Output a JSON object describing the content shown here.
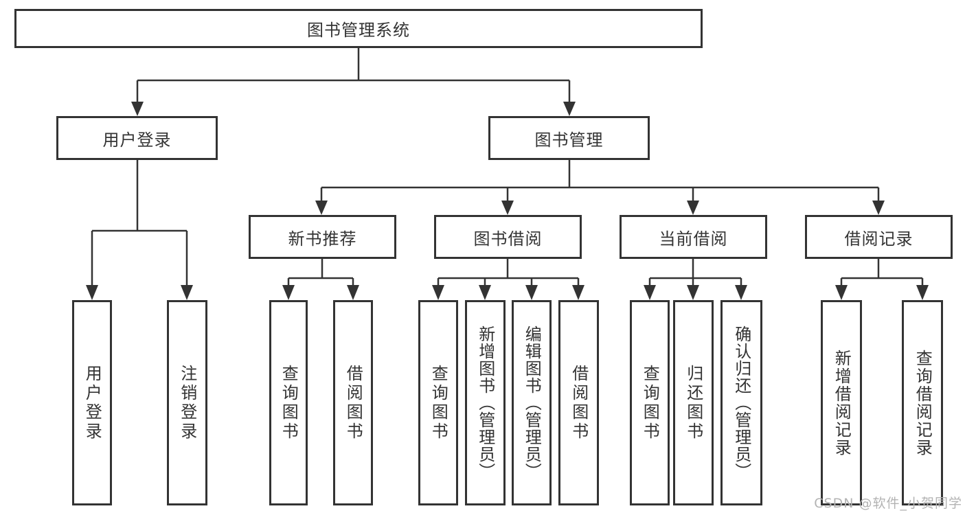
{
  "tree": {
    "root": {
      "label": "图书管理系统"
    },
    "branches": [
      {
        "label": "用户登录",
        "children": [
          {
            "label": "用户登录"
          },
          {
            "label": "注销登录"
          }
        ]
      },
      {
        "label": "图书管理",
        "children": [
          {
            "label": "新书推荐",
            "children": [
              {
                "label": "查询图书"
              },
              {
                "label": "借阅图书"
              }
            ]
          },
          {
            "label": "图书借阅",
            "children": [
              {
                "label": "查询图书"
              },
              {
                "label": "新增图书（管理员）"
              },
              {
                "label": "编辑图书（管理员）"
              },
              {
                "label": "借阅图书"
              }
            ]
          },
          {
            "label": "当前借阅",
            "children": [
              {
                "label": "查询图书"
              },
              {
                "label": "归还图书"
              },
              {
                "label": "确认归还（管理员）"
              }
            ]
          },
          {
            "label": "借阅记录",
            "children": [
              {
                "label": "新增借阅记录"
              },
              {
                "label": "查询借阅记录"
              }
            ]
          }
        ]
      }
    ]
  },
  "watermark": {
    "text": "CSDN @软件_小贺同学"
  },
  "colors": {
    "line": "#333333",
    "box_border": "#333333",
    "text": "#333333",
    "watermark": "#b3b3b3"
  }
}
